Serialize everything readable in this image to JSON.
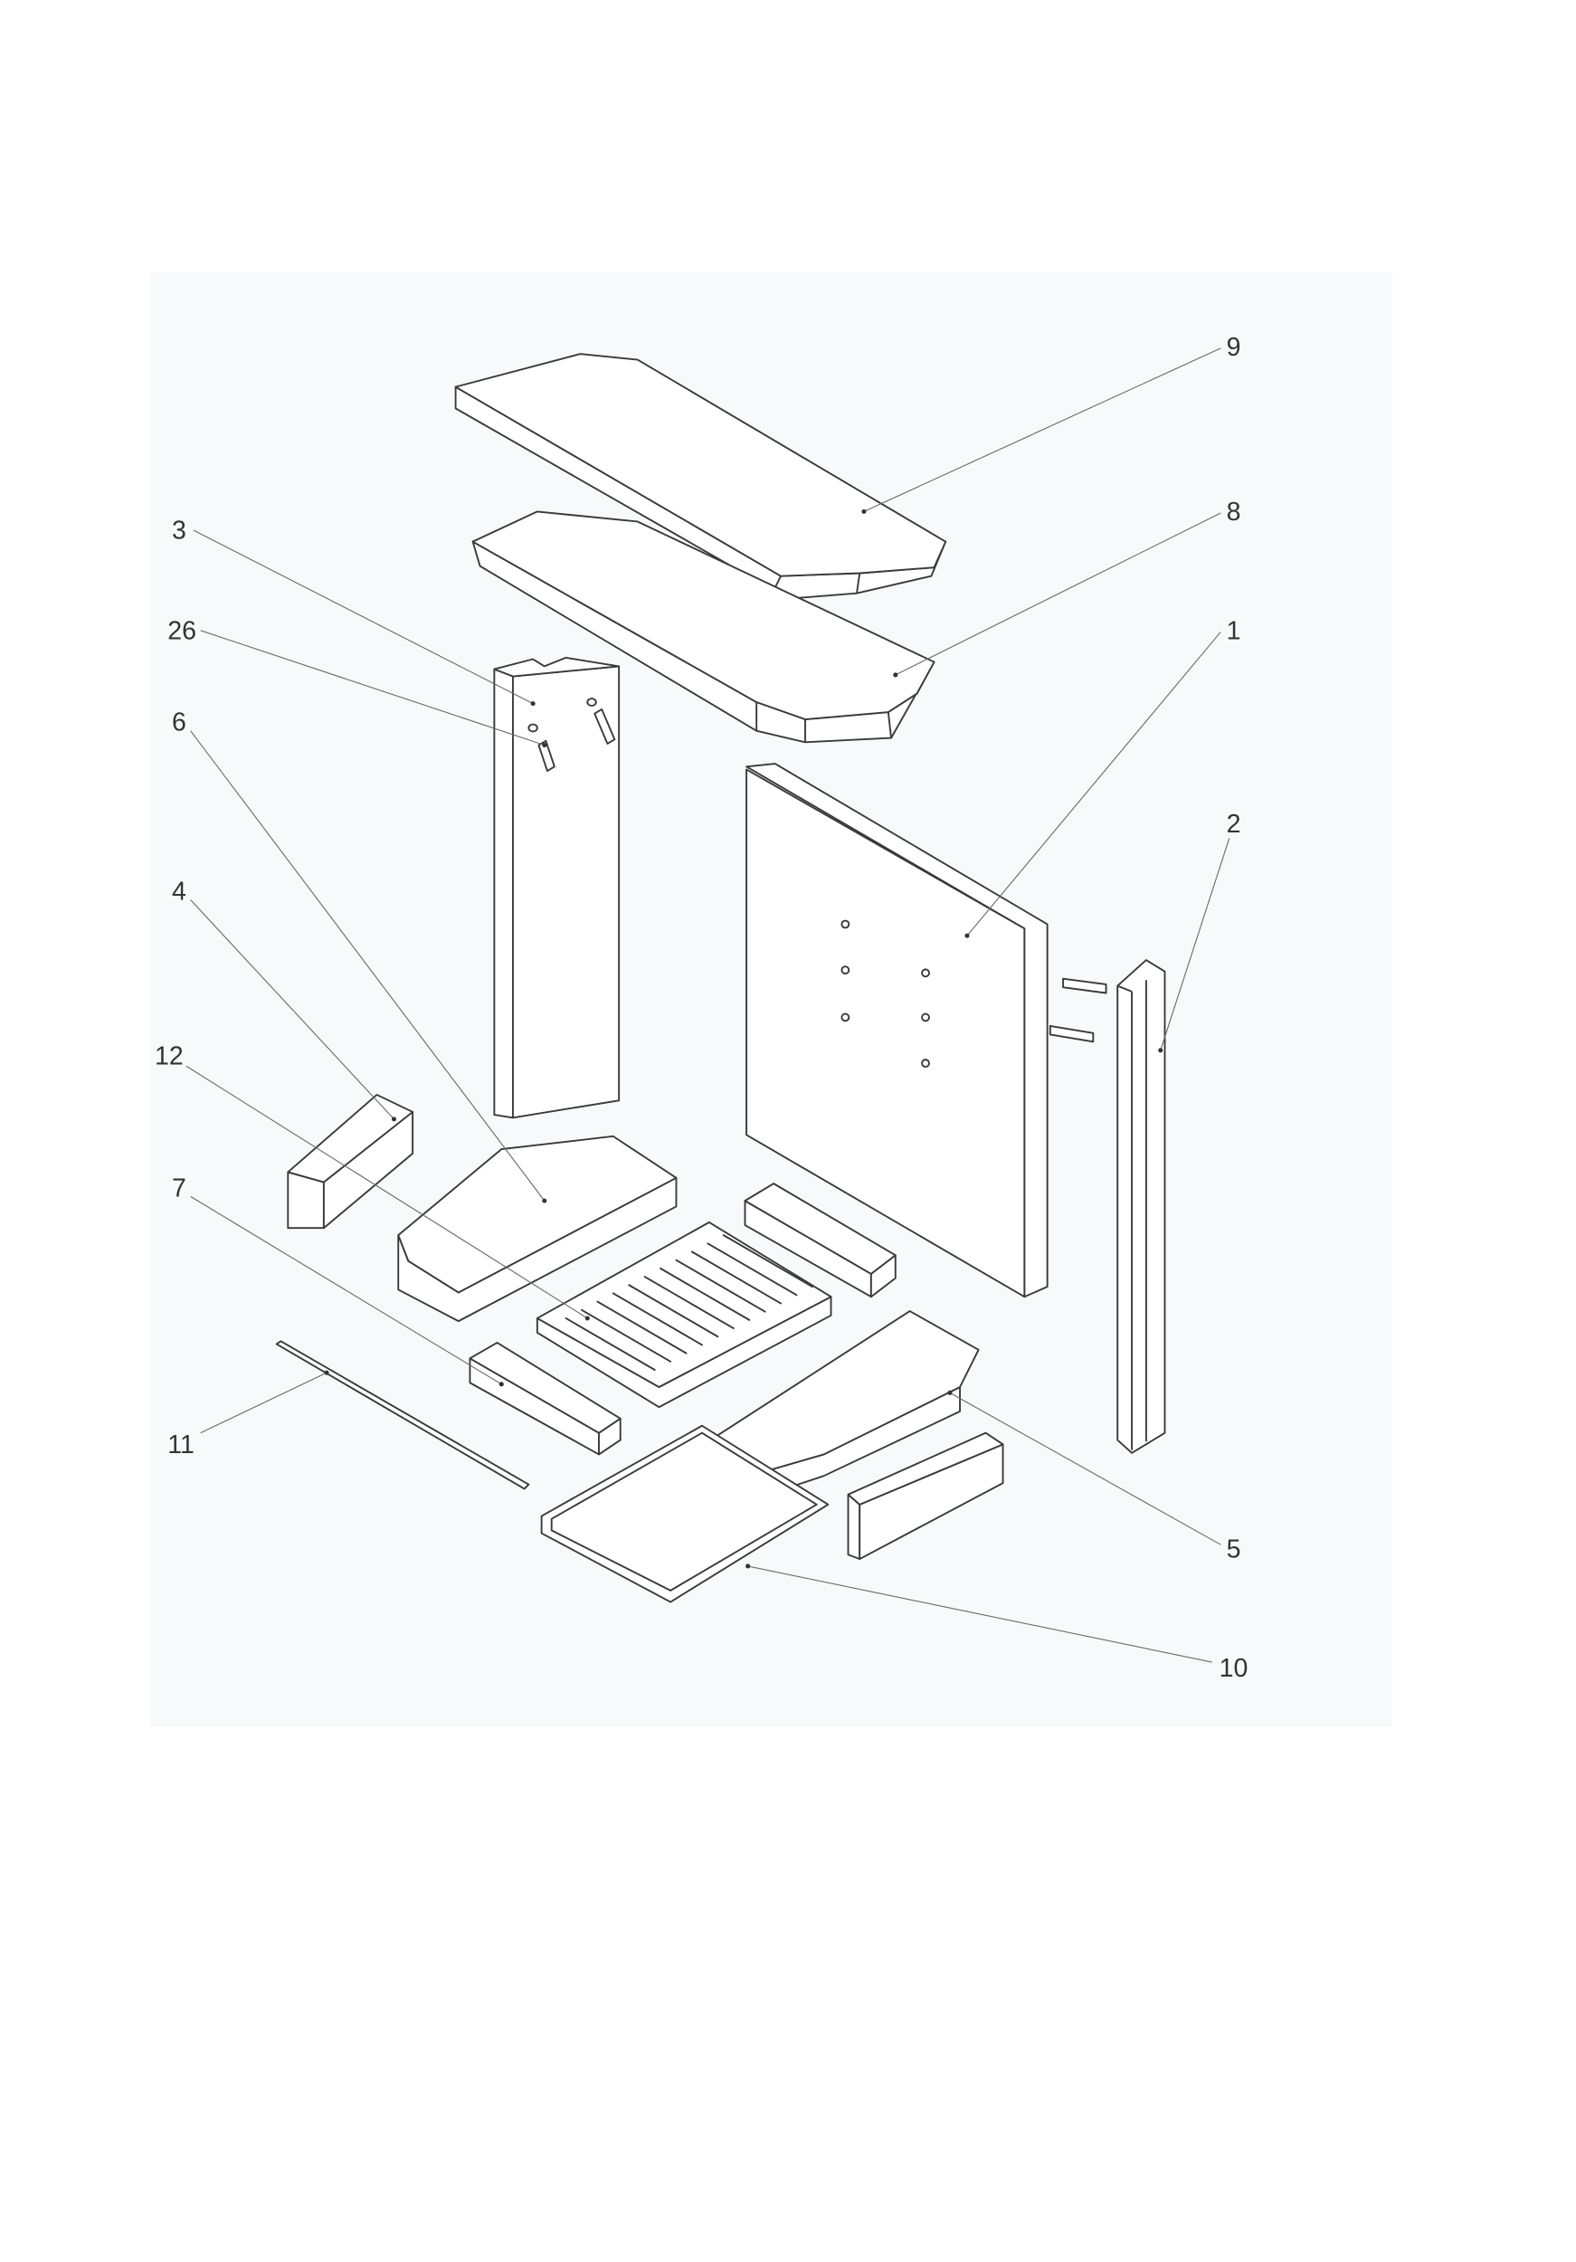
{
  "diagram": {
    "type": "exploded-parts-view",
    "labels": {
      "p1": "1",
      "p2": "2",
      "p3": "3",
      "p4": "4",
      "p5": "5",
      "p6": "6",
      "p7": "7",
      "p8": "8",
      "p9": "9",
      "p10": "10",
      "p11": "11",
      "p12": "12",
      "p26": "26"
    }
  },
  "colors": {
    "line": "#3a3a3a",
    "panel": "#f8f9fa"
  }
}
